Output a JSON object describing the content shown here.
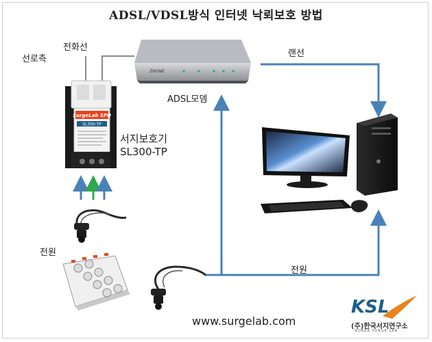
{
  "title": "ADSL/VDSL방식 인터넷 낙뢰보호 방법",
  "labels": {
    "phone_line": "전화선",
    "line_side": "선로측",
    "lan_cable": "랜선",
    "adsl_modem": "ADSL모뎀",
    "spd_name": "서지보호기",
    "spd_model": "SL300-TP",
    "power_left": "전원",
    "power_right": "전원"
  },
  "device_text": {
    "spd_brand": "SurgeLab SPD",
    "spd_label": "SL300-TP",
    "modem_brand": "ZHONE"
  },
  "footer": {
    "url": "www.surgelab.com"
  },
  "logo": {
    "name": "KSL",
    "company": "(주)한국서지연구소",
    "english": "KOREA SURGE LAB"
  },
  "colors": {
    "arrow_blue": "#4a82b8",
    "arrow_green": "#2ea84a",
    "wire_gray": "#8a8a8a",
    "logo_orange": "#e8841e",
    "logo_blue": "#1d5f8a"
  },
  "icons": [
    "spd-device",
    "adsl-modem",
    "desktop-pc",
    "monitor",
    "keyboard",
    "mouse",
    "power-plug-cable",
    "power-strip",
    "ksl-logo"
  ]
}
